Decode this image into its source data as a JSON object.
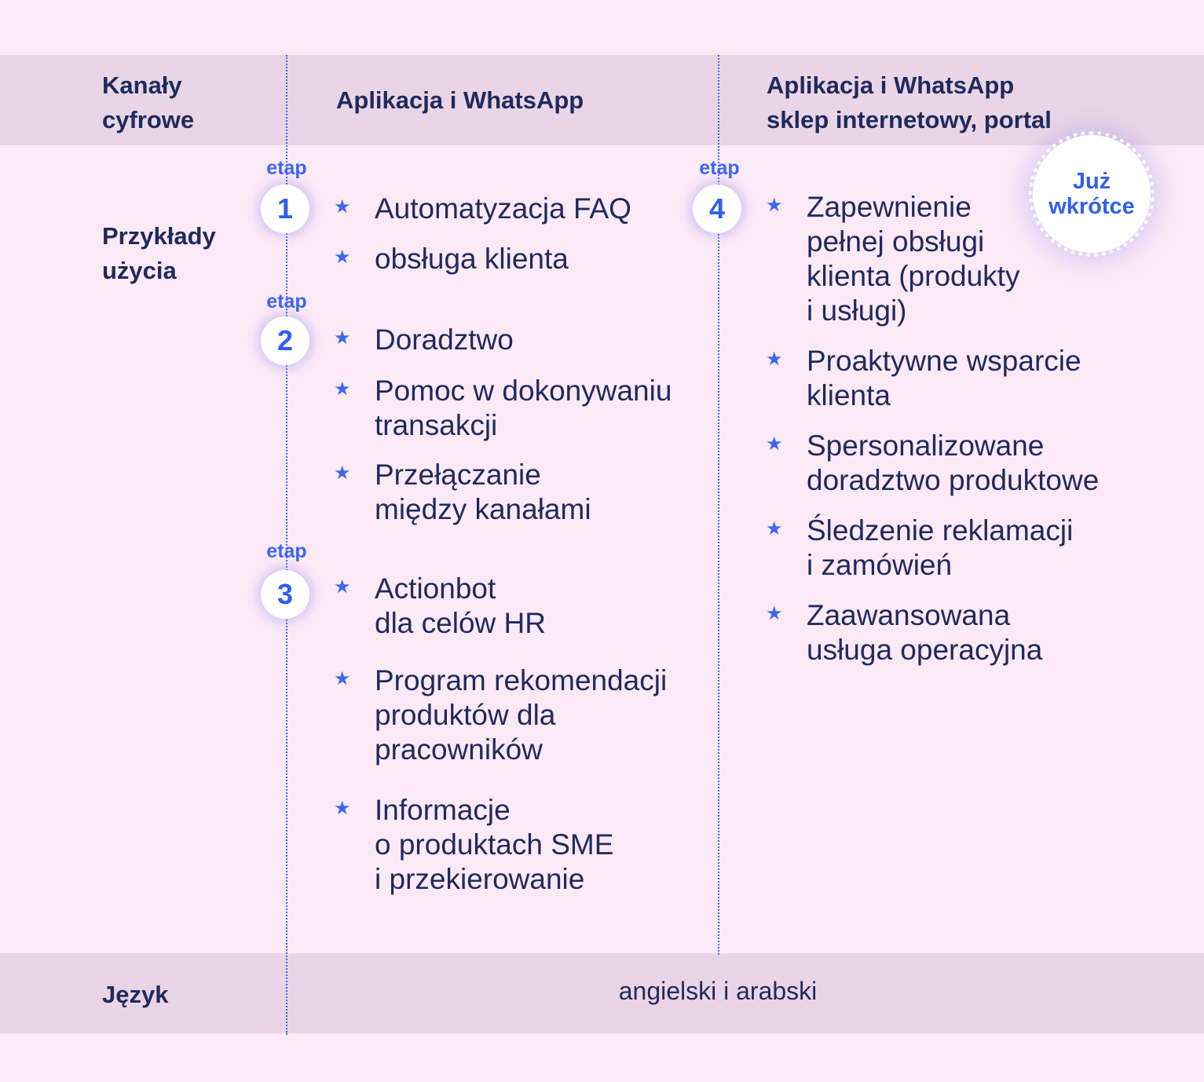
{
  "header": {
    "row_label": "Kanały cyfrowe",
    "row_label_lines": [
      "Kanały",
      "cyfrowe"
    ],
    "col1_title": "Aplikacja i WhatsApp",
    "col2_title_lines": [
      "Aplikacja i WhatsApp",
      "sklep internetowy, portal"
    ]
  },
  "use_cases": {
    "row_label_lines": [
      "Przykłady",
      "użycia"
    ],
    "stage_label": "etap",
    "stages": [
      {
        "number": "1",
        "items": [
          [
            "Automatyzacja FAQ"
          ],
          [
            "obsługa klienta"
          ]
        ]
      },
      {
        "number": "2",
        "items": [
          [
            "Doradztwo"
          ],
          [
            "Pomoc w dokonywaniu",
            "transakcji"
          ],
          [
            "Przełączanie",
            "między kanałami"
          ]
        ]
      },
      {
        "number": "3",
        "items": [
          [
            "Actionbot",
            "dla celów HR"
          ],
          [
            "Program rekomendacji",
            "produktów dla",
            "pracowników"
          ],
          [
            "Informacje",
            "o produktach SME",
            "i przekierowanie"
          ]
        ]
      },
      {
        "number": "4",
        "items": [
          [
            "Zapewnienie",
            "pełnej obsługi",
            "klienta (produkty",
            "i usługi)"
          ],
          [
            "Proaktywne wsparcie",
            "klienta"
          ],
          [
            "Spersonalizowane",
            "doradztwo produktowe"
          ],
          [
            "Śledzenie reklamacji",
            "i zamówień"
          ],
          [
            "Zaawansowana",
            "usługa operacyjna"
          ]
        ]
      }
    ],
    "badge_lines": [
      "Już",
      "wkrótce"
    ]
  },
  "footer": {
    "row_label": "Język",
    "value": "angielski i arabski"
  },
  "colors": {
    "background": "#fce9f6",
    "band": "#ead5e6",
    "text": "#1f2a5c",
    "accent": "#3b67f0"
  },
  "icons": {
    "bullet": "star-icon"
  }
}
